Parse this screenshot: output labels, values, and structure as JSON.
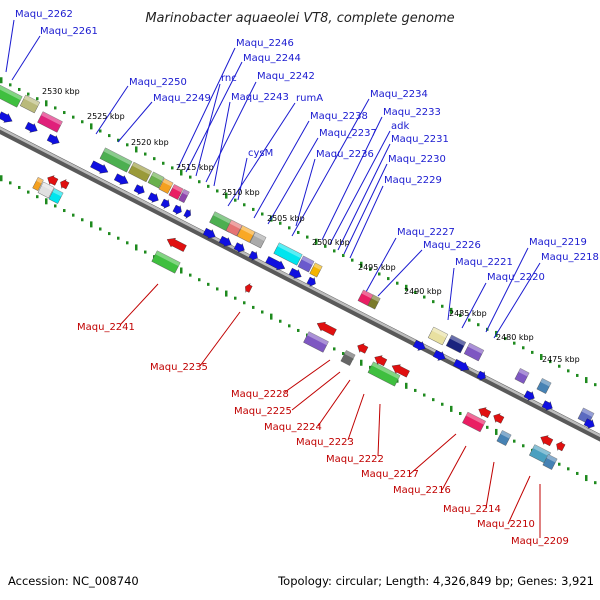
{
  "title": "Marinobacter aquaeolei VT8, complete genome",
  "accession": "Accession: NC_008740",
  "topology": "Topology: circular; Length: 4,326,849 bp; Genes: 3,921",
  "colors": {
    "backbone": "#8a8a8a",
    "tick": "#1e8a1e",
    "forward_gene": "#1010e0",
    "reverse_gene": "#e01010",
    "top_label": "#1a1ad0",
    "bottom_label": "#c00000"
  },
  "kbp_labels": [
    "2530 kbp",
    "2525 kbp",
    "2520 kbp",
    "2515 kbp",
    "2510 kbp",
    "2505 kbp",
    "2500 kbp",
    "2495 kbp",
    "2490 kbp",
    "2485 kbp",
    "2480 kbp",
    "2475 kbp"
  ],
  "top_genes": [
    "Maqu_2262",
    "Maqu_2261",
    "Maqu_2250",
    "Maqu_2249",
    "Maqu_2246",
    "Maqu_2244",
    "rnc",
    "Maqu_2242",
    "Maqu_2243",
    "rumA",
    "Maqu_2234",
    "Maqu_2233",
    "adk",
    "Maqu_2238",
    "Maqu_2237",
    "Maqu_2231",
    "cysM",
    "Maqu_2236",
    "Maqu_2230",
    "Maqu_2229",
    "Maqu_2227",
    "Maqu_2226",
    "Maqu_2219",
    "Maqu_2218",
    "Maqu_2221",
    "Maqu_2220"
  ],
  "bottom_genes": [
    "Maqu_2241",
    "Maqu_2235",
    "Maqu_2228",
    "Maqu_2225",
    "Maqu_2224",
    "Maqu_2223",
    "Maqu_2222",
    "Maqu_2217",
    "Maqu_2216",
    "Maqu_2214",
    "Maqu_2210",
    "Maqu_2209"
  ]
}
